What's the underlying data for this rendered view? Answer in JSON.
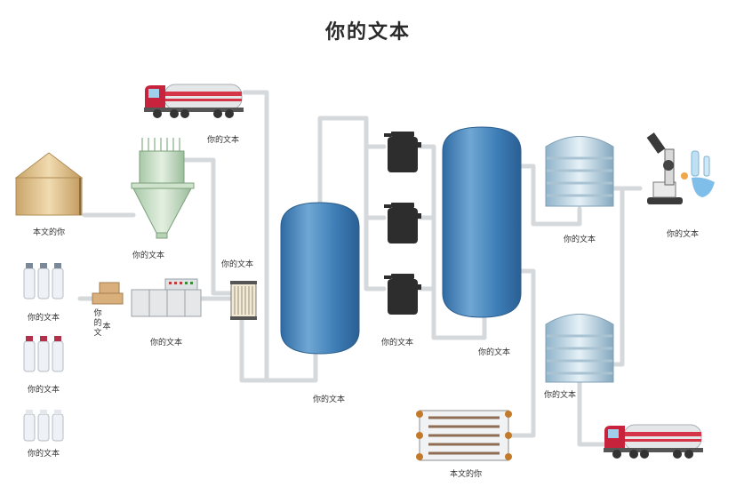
{
  "title": "你的文本",
  "labels": {
    "truck_top": "你的文本",
    "silo": "本文的你",
    "cyclone": "你的文本",
    "bottles_1": "你的文本",
    "bottles_2": "你的文本",
    "bottles_3": "你的文本",
    "box_top": "你的文",
    "box_bottom": "本",
    "filter_machine": "你的文本",
    "cartridge": "你的文本",
    "tank_left": "你的文本",
    "pumps": "你的文本",
    "tank_center": "你的文本",
    "storage_top": "你的文本",
    "microscope": "你的文本",
    "storage_bottom": "你的文本",
    "heat_exchanger": "本文的你"
  },
  "colors": {
    "pipe": "#d9dde0",
    "tank_blue": "#3f7fb5",
    "truck_red": "#d11f3a"
  }
}
